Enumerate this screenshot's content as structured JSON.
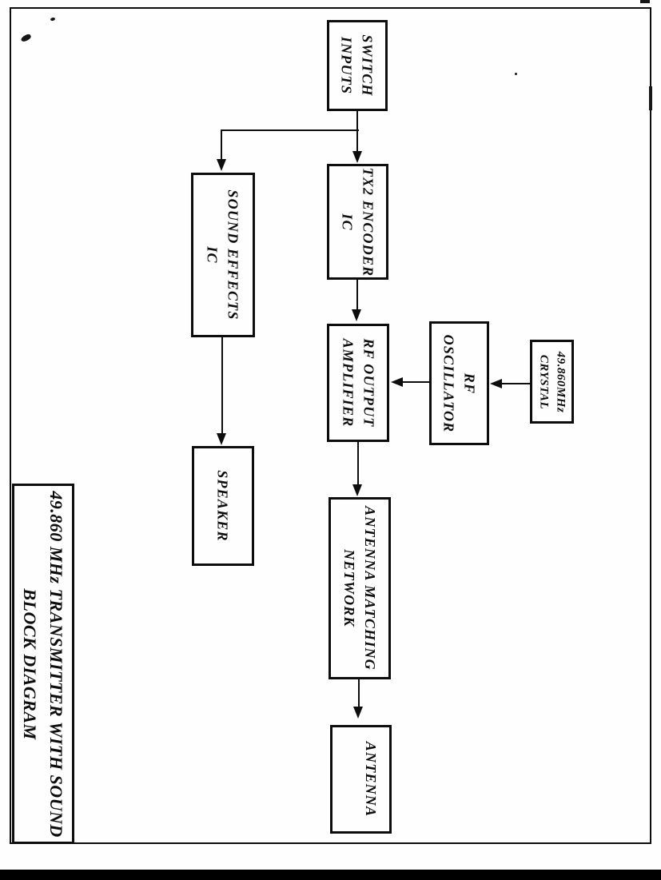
{
  "title_box": {
    "line1": "49.860 MHz TRANSMITTER WITH SOUND",
    "line2": "BLOCK DIAGRAM"
  },
  "blocks": {
    "switch_inputs": {
      "lines": [
        "SWITCH",
        "INPUTS"
      ]
    },
    "tx2_encoder": {
      "lines": [
        "TX2 ENCODER",
        "IC"
      ]
    },
    "sound_effects": {
      "lines": [
        "SOUND EFFECTS",
        "IC"
      ]
    },
    "rf_output_amplifier": {
      "lines": [
        "RF OUTPUT",
        "AMPLIFIER"
      ]
    },
    "rf_oscillator": {
      "lines": [
        "RF",
        "OSCILLATOR"
      ]
    },
    "crystal": {
      "lines": [
        "49.860MHz",
        "CRYSTAL"
      ]
    },
    "speaker": {
      "lines": [
        "SPEAKER"
      ]
    },
    "antenna_matching_network": {
      "lines": [
        "ANTENNA MATCHING",
        "NETWORK"
      ]
    },
    "antenna": {
      "lines": [
        "ANTENNA"
      ]
    }
  },
  "connections": [
    {
      "from": "switch_inputs",
      "to": "tx2_encoder"
    },
    {
      "from": "switch_inputs",
      "to": "sound_effects"
    },
    {
      "from": "tx2_encoder",
      "to": "rf_output_amplifier"
    },
    {
      "from": "rf_oscillator",
      "to": "rf_output_amplifier"
    },
    {
      "from": "crystal",
      "to": "rf_oscillator"
    },
    {
      "from": "sound_effects",
      "to": "speaker"
    },
    {
      "from": "rf_output_amplifier",
      "to": "antenna_matching_network"
    },
    {
      "from": "antenna_matching_network",
      "to": "antenna"
    }
  ],
  "colors": {
    "ink": "#0d0d0d",
    "paper": "#fefefe",
    "scanner_bar": "#000000"
  }
}
